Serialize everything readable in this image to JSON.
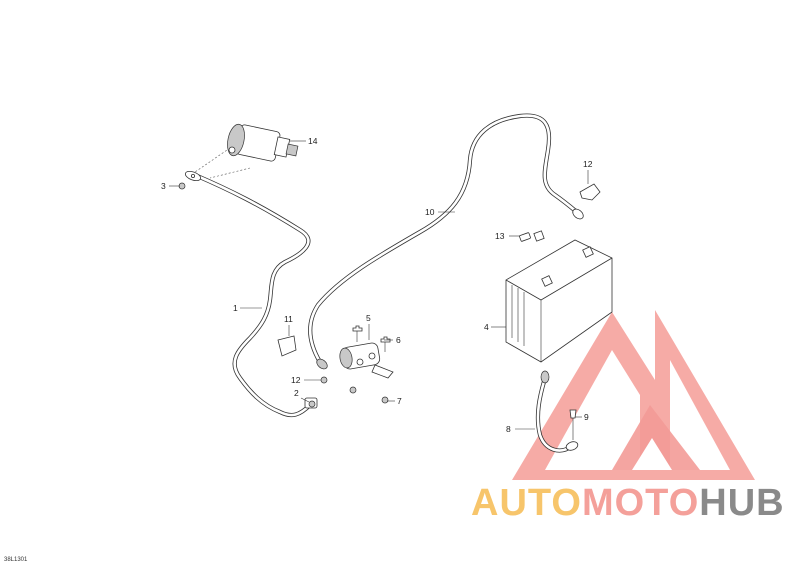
{
  "callouts": {
    "c1": "1",
    "c2": "2",
    "c3": "3",
    "c4": "4",
    "c5": "5",
    "c6": "6",
    "c7": "7",
    "c8": "8",
    "c9": "9",
    "c10": "10",
    "c11": "11",
    "c12a": "12",
    "c12b": "12",
    "c13": "13",
    "c14": "14"
  },
  "ref_code": "38L1301",
  "watermark": {
    "part1": "AUTO",
    "part2": "MOTO",
    "part3": "HUB",
    "colors": {
      "auto": "#f7c56b",
      "moto": "#f4a09a",
      "hub": "#8a8a8a",
      "triangle": "#f28b85"
    }
  }
}
